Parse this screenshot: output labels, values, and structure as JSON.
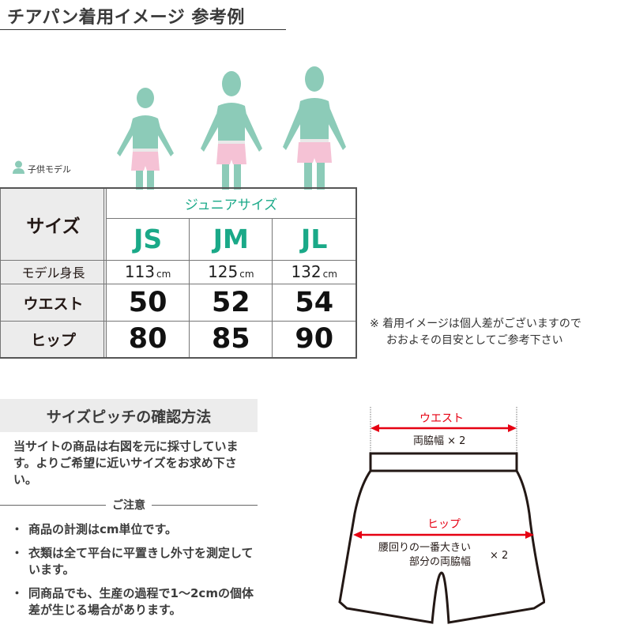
{
  "title": "チアパン着用イメージ 参考例",
  "legend": {
    "icon": "person-icon",
    "label": "子供モデル"
  },
  "colors": {
    "accent": "#1aa988",
    "silhouette": "#8ccbb8",
    "shorts": "#f5c2d5",
    "measure": "#e60012",
    "header_bg": "#ececec"
  },
  "table": {
    "size_header": "サイズ",
    "group_label": "ジュニアサイズ",
    "sizes": [
      "JS",
      "JM",
      "JL"
    ],
    "rows": [
      {
        "label": "モデル身長",
        "values": [
          "113",
          "125",
          "132"
        ],
        "unit": "cm"
      },
      {
        "label": "ウエスト",
        "values": [
          "50",
          "52",
          "54"
        ]
      },
      {
        "label": "ヒップ",
        "values": [
          "80",
          "85",
          "90"
        ]
      }
    ]
  },
  "note": {
    "line1": "※ 着用イメージは個人差がございますので",
    "line2": "おおよその目安としてご参考下さい"
  },
  "pitch": {
    "heading": "サイズピッチの確認方法",
    "intro": "当サイトの商品は右図を元に採寸しています。よりご希望に近いサイズをお求め下さい。",
    "caution_label": "ご注意",
    "notes": [
      "商品の計測はcm単位です。",
      "衣類は全て平台に平置きし外寸を測定しています。",
      "同商品でも、生産の過程で1〜2cmの個体差が生じる場合があります。"
    ]
  },
  "diagram": {
    "waist_label": "ウエスト",
    "waist_desc": "両脇幅 × 2",
    "hip_label": "ヒップ",
    "hip_desc_line1": "腰回りの一番大きい",
    "hip_desc_line2": "部分の両脇幅",
    "hip_multiplier": "× 2"
  }
}
